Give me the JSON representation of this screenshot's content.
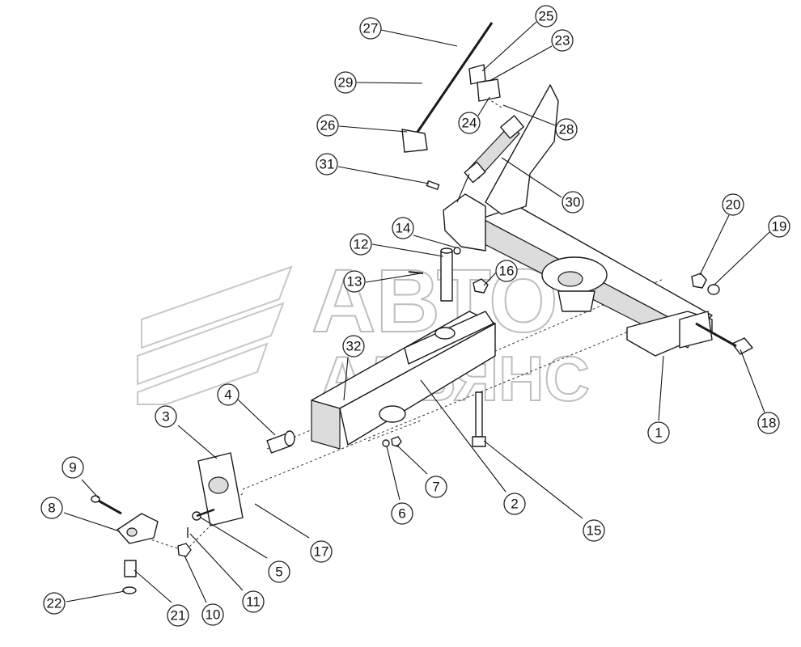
{
  "watermark": {
    "line1": "АВТО",
    "line2": "АЛЬЯНС"
  },
  "callouts": [
    {
      "id": "c27",
      "label": "27"
    },
    {
      "id": "c25",
      "label": "25"
    },
    {
      "id": "c23",
      "label": "23"
    },
    {
      "id": "c29",
      "label": "29"
    },
    {
      "id": "c24",
      "label": "24"
    },
    {
      "id": "c28",
      "label": "28"
    },
    {
      "id": "c26",
      "label": "26"
    },
    {
      "id": "c31",
      "label": "31"
    },
    {
      "id": "c30",
      "label": "30"
    },
    {
      "id": "c20",
      "label": "20"
    },
    {
      "id": "c19",
      "label": "19"
    },
    {
      "id": "c14",
      "label": "14"
    },
    {
      "id": "c12",
      "label": "12"
    },
    {
      "id": "c16",
      "label": "16"
    },
    {
      "id": "c13",
      "label": "13"
    },
    {
      "id": "c32",
      "label": "32"
    },
    {
      "id": "c4",
      "label": "4"
    },
    {
      "id": "c3",
      "label": "3"
    },
    {
      "id": "c18",
      "label": "18"
    },
    {
      "id": "c1",
      "label": "1"
    },
    {
      "id": "c9",
      "label": "9"
    },
    {
      "id": "c8",
      "label": "8"
    },
    {
      "id": "c7",
      "label": "7"
    },
    {
      "id": "c2",
      "label": "2"
    },
    {
      "id": "c6",
      "label": "6"
    },
    {
      "id": "c15",
      "label": "15"
    },
    {
      "id": "c17",
      "label": "17"
    },
    {
      "id": "c5",
      "label": "5"
    },
    {
      "id": "c11",
      "label": "11"
    },
    {
      "id": "c22",
      "label": "22"
    },
    {
      "id": "c21",
      "label": "21"
    },
    {
      "id": "c10",
      "label": "10"
    }
  ]
}
